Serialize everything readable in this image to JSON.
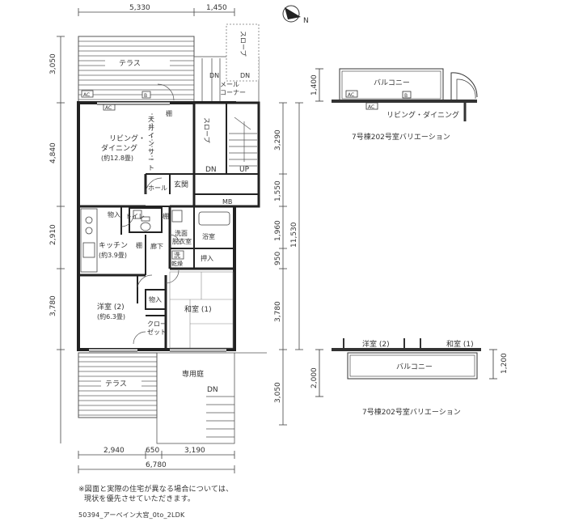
{
  "compass_label": "N",
  "dims": {
    "top_a": "5,330",
    "top_b": "1,450",
    "left_1": "3,050",
    "left_2": "4,840",
    "left_3": "2,910",
    "left_4": "3,780",
    "right_1": "3,290",
    "right_2": "1,550",
    "right_3": "1,960",
    "right_4": "950",
    "right_5": "3,780",
    "right_6": "3,050",
    "right_total": "11,530",
    "bottom_a": "2,940",
    "bottom_b": "650",
    "bottom_c": "3,190",
    "bottom_total": "6,780",
    "var1_h": "1,400",
    "var2_h1": "2,000",
    "var2_h2": "1,200"
  },
  "rooms": {
    "terrace_top": "テラス",
    "slope_top": "スロープ",
    "dn1": "DN",
    "dn2": "DN",
    "mail_corner_1": "メール",
    "mail_corner_2": "コーナー",
    "living_1": "リビング・",
    "living_2": "ダイニング",
    "living_3": "(約12.8畳)",
    "shelf_top": "棚",
    "ceiling_insert_1": "天",
    "ceiling_insert_2": "井",
    "ceiling_insert_3": "イ",
    "ceiling_insert_4": "ン",
    "ceiling_insert_5": "サ",
    "ceiling_insert_6": "ー",
    "ceiling_insert_7": "ト",
    "slope_mid": "スロープ",
    "dn3": "DN",
    "up": "UP",
    "hall": "ホール",
    "genkan": "玄関",
    "mb": "MB",
    "storage_k": "物入",
    "toilet": "トイレ",
    "shelf_2": "棚",
    "washroom_1": "洗面",
    "washroom_2": "脱衣室",
    "bath": "浴室",
    "kitchen_1": "キッチン",
    "kitchen_2": "(約3.9畳)",
    "shelf_3": "棚",
    "corridor": "廊下",
    "wash": "洗",
    "dryer": "乾燥",
    "closet_jp": "押入",
    "storage_2": "物入",
    "western_1": "洋室 (2)",
    "western_2": "(約6.3畳)",
    "japanese": "和室 (1)",
    "closet_1": "クロー",
    "closet_2": "ゼット",
    "terrace_bottom": "テラス",
    "garden": "専用庭",
    "dn4": "DN",
    "ac1": "AC",
    "ac2": "AC",
    "b1": "B",
    "ac3": "AC",
    "ac4": "AC",
    "b2": "B"
  },
  "variation1": {
    "balcony": "バルコニー",
    "living": "リビング・ダイニング",
    "caption": "7号棟202号室バリエーション"
  },
  "variation2": {
    "western": "洋室 (2)",
    "japanese": "和室 (1)",
    "balcony": "バルコニー",
    "caption": "7号棟202号室バリエーション"
  },
  "notes": {
    "line1": "※図面と実際の住宅が異なる場合については、",
    "line2": "現状を優先させていただきます。",
    "code": "50394_アーベイン大宮_0to_2LDK"
  }
}
